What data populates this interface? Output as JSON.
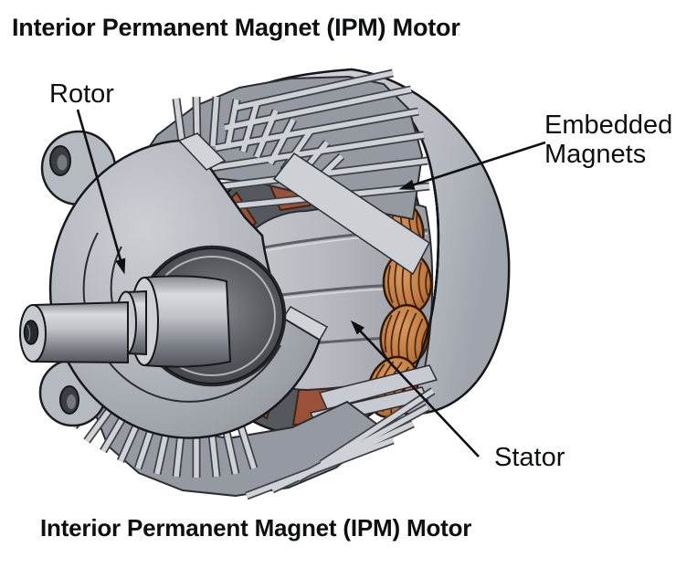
{
  "titles": {
    "top": "Interior Permanent Magnet (IPM) Motor",
    "bottom": "Interior Permanent Magnet (IPM) Motor"
  },
  "labels": {
    "rotor": "Rotor",
    "stator": "Stator",
    "embedded_magnets": {
      "line1": "Embedded",
      "line2": "Magnets"
    }
  },
  "colors": {
    "ink": "#0e0f10",
    "housing": "#c7cad0",
    "housing-dark": "#9aa0a8",
    "fin-face": "#ced1d6",
    "fin-dark": "#3f4247",
    "fin-base": "#9599a1",
    "disc": "#b0b4bb",
    "ring": "#55585e",
    "magnet": "#9a5138",
    "magnet-edge": "#45230f",
    "coil": "#c0763c",
    "coil-dark": "#4a2a12",
    "panel": "#53565c",
    "recess": "#3a3d42"
  }
}
